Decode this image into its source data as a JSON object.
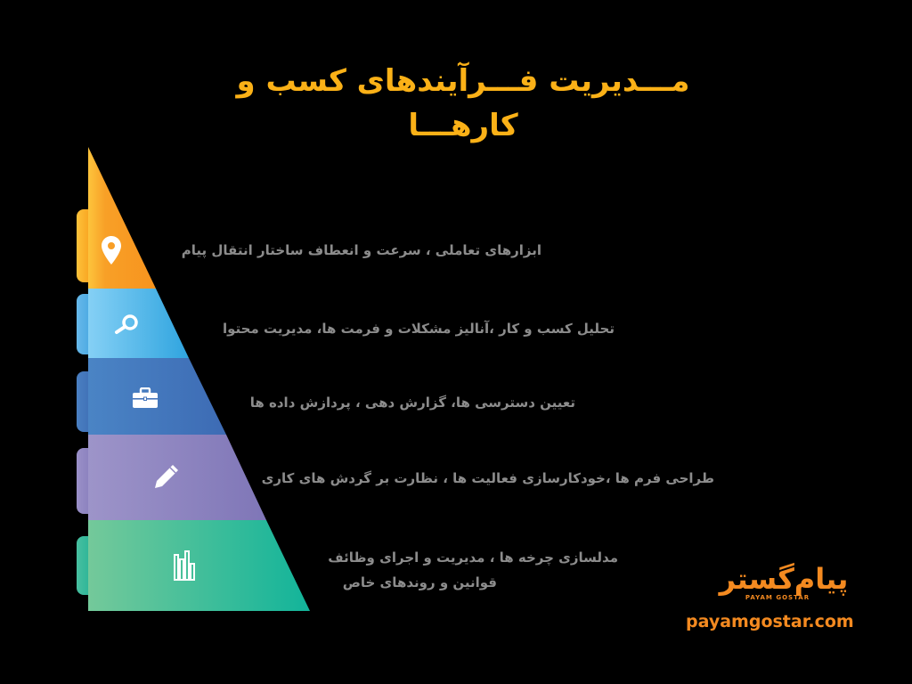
{
  "title": "مـــدیریت فـــرآیندهای کسب و کارهـــا",
  "colors": {
    "title": "#fbb117",
    "text": "#8c8c8c",
    "brand": "#f48a20",
    "levels": [
      "#f89a1c",
      "#4fb4e8",
      "#4575bb",
      "#8f85c1",
      "#2cb898"
    ]
  },
  "levels": [
    {
      "icon": "map-pin-icon",
      "text": "ابزارهای تعاملی ، سرعت و انعطاف ساختار انتقال پیام"
    },
    {
      "icon": "search-icon",
      "text": "تحلیل کسب و کار ،آنالیز مشکلات و فرمت ها، مدیریت محتوا"
    },
    {
      "icon": "briefcase-icon",
      "text": "تعیین دسترسی ها، گزارش دهی ، پردازش داده ها"
    },
    {
      "icon": "pencil-icon",
      "text": "طراحی فرم ها ،خودکارسازی فعالیت ها ، نظارت بر گردش های کاری"
    },
    {
      "icon": "bar-chart-icon",
      "text": "مدلسازی چرخه ها ، مدیریت و اجرای وظائف",
      "text2": "قوانین و روندهای خاص"
    }
  ],
  "brand": {
    "logo": "پیام‌گستر",
    "subtitle": "PAYAM GOSTAR",
    "url": "payamgostar.com"
  }
}
